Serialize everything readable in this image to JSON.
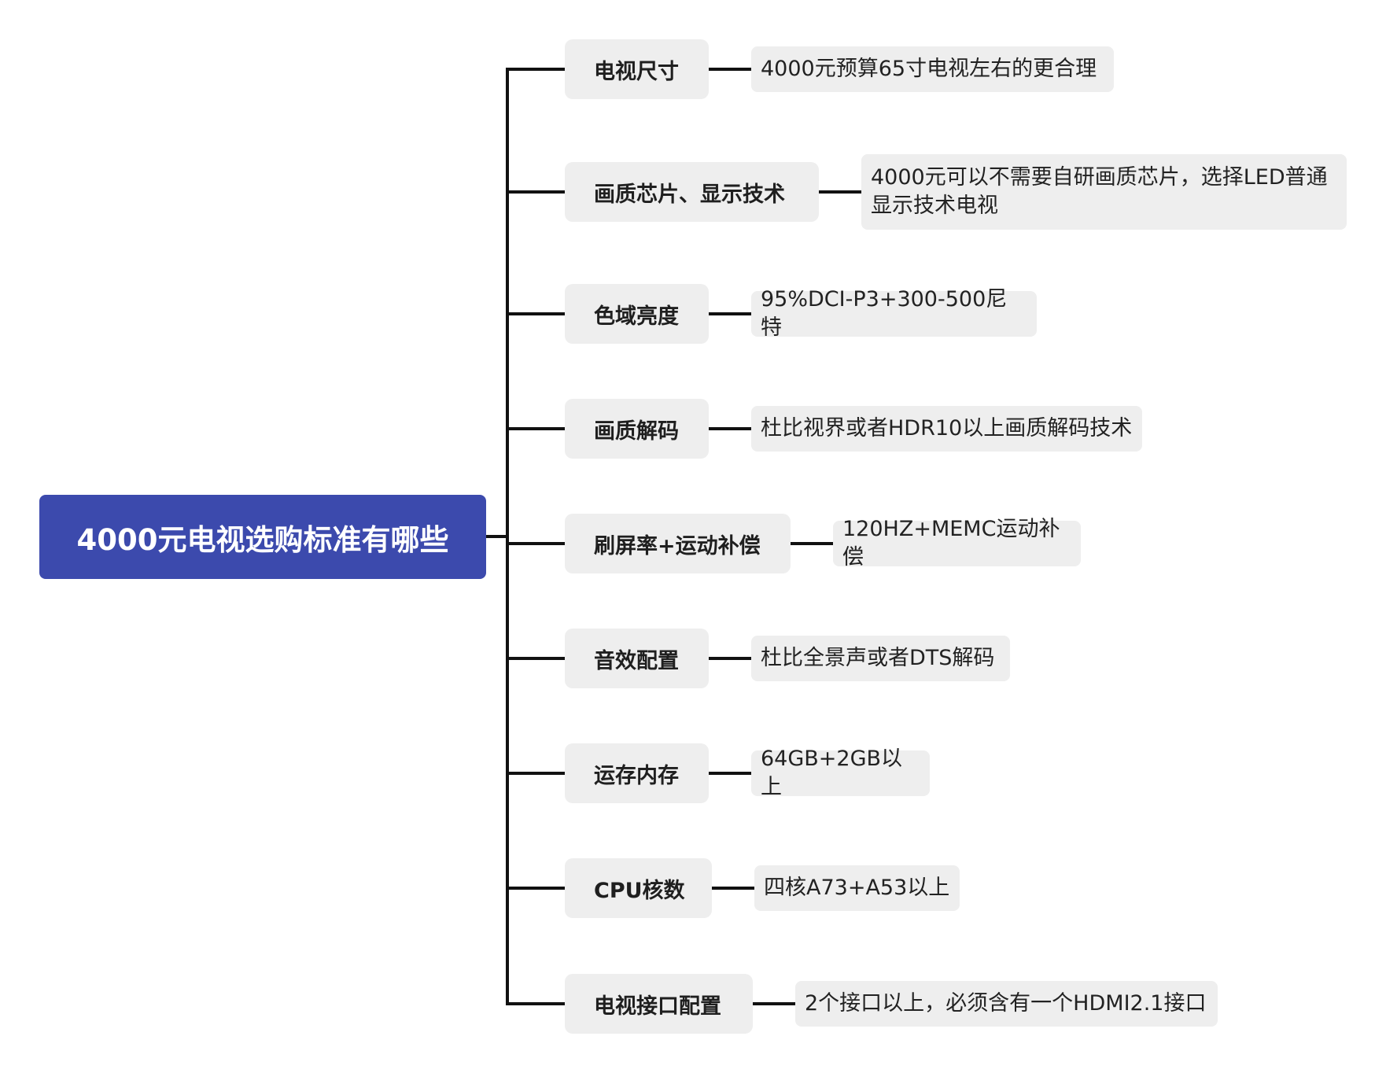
{
  "root": {
    "label": "4000元电视选购标准有哪些"
  },
  "branches": [
    {
      "label": "电视尺寸",
      "detail": "4000元预算65寸电视左右的更合理"
    },
    {
      "label": "画质芯片、显示技术",
      "detail": "4000元可以不需要自研画质芯片，选择LED普通显示技术电视"
    },
    {
      "label": "色域亮度",
      "detail": "95%DCI-P3+300-500尼特"
    },
    {
      "label": "画质解码",
      "detail": "杜比视界或者HDR10以上画质解码技术"
    },
    {
      "label": "刷屏率+运动补偿",
      "detail": "120HZ+MEMC运动补偿"
    },
    {
      "label": "音效配置",
      "detail": "杜比全景声或者DTS解码"
    },
    {
      "label": "运存内存",
      "detail": "64GB+2GB以上"
    },
    {
      "label": "CPU核数",
      "detail": "四核A73+A53以上"
    },
    {
      "label": "电视接口配置",
      "detail": "2个接口以上，必须含有一个HDMI2.1接口"
    }
  ],
  "colors": {
    "root": "#3c4aad",
    "node": "#eeeeee",
    "line": "#111111"
  }
}
